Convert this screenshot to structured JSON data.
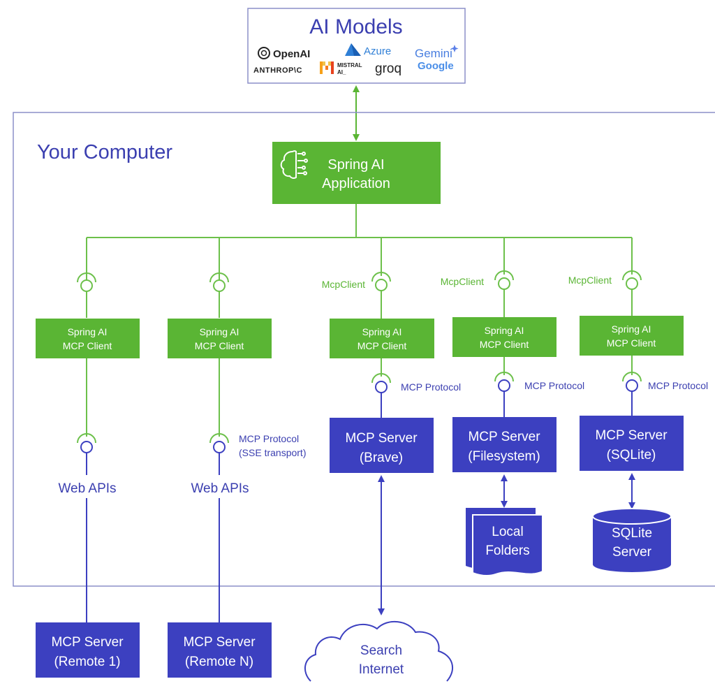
{
  "colors": {
    "green": "#5ab534",
    "green_line": "#6cc04a",
    "blue": "#3c40c0",
    "blue_text": "#3b3fb0",
    "frame": "#8b8fc9",
    "white": "#ffffff"
  },
  "ai_models": {
    "title": "AI Models",
    "providers": [
      "OpenAI",
      "Azure",
      "Gemini",
      "Google",
      "ANTHROP\\C",
      "MISTRAL",
      "AI_",
      "groq"
    ]
  },
  "your_computer": {
    "label": "Your Computer"
  },
  "app": {
    "line1": "Spring AI",
    "line2": "Application",
    "icon": "brain-circuit-icon"
  },
  "clients": [
    {
      "line1": "Spring AI",
      "line2": "MCP Client",
      "caption": ""
    },
    {
      "line1": "Spring AI",
      "line2": "MCP Client",
      "caption": ""
    },
    {
      "line1": "Spring AI",
      "line2": "MCP Client",
      "caption": "McpClient"
    },
    {
      "line1": "Spring AI",
      "line2": "MCP Client",
      "caption": "McpClient"
    },
    {
      "line1": "Spring AI",
      "line2": "MCP Client",
      "caption": "McpClient"
    }
  ],
  "protocol": {
    "mcp": "MCP Protocol",
    "sse_line1": "MCP Protocol",
    "sse_line2": "(SSE transport)"
  },
  "web_apis": [
    "Web APIs",
    "Web APIs"
  ],
  "servers": {
    "brave": {
      "line1": "MCP Server",
      "line2": "(Brave)"
    },
    "filesystem": {
      "line1": "MCP Server",
      "line2": "(Filesystem)"
    },
    "sqlite": {
      "line1": "MCP Server",
      "line2": "(SQLite)"
    },
    "remote1": {
      "line1": "MCP Server",
      "line2": "(Remote 1)"
    },
    "remoteN": {
      "line1": "MCP Server",
      "line2": "(Remote N)"
    }
  },
  "local_folders": {
    "line1": "Local",
    "line2": "Folders"
  },
  "sqlite_db": {
    "line1": "SQLite",
    "line2": "Server"
  },
  "internet": {
    "line1": "Search",
    "line2": "Internet"
  }
}
